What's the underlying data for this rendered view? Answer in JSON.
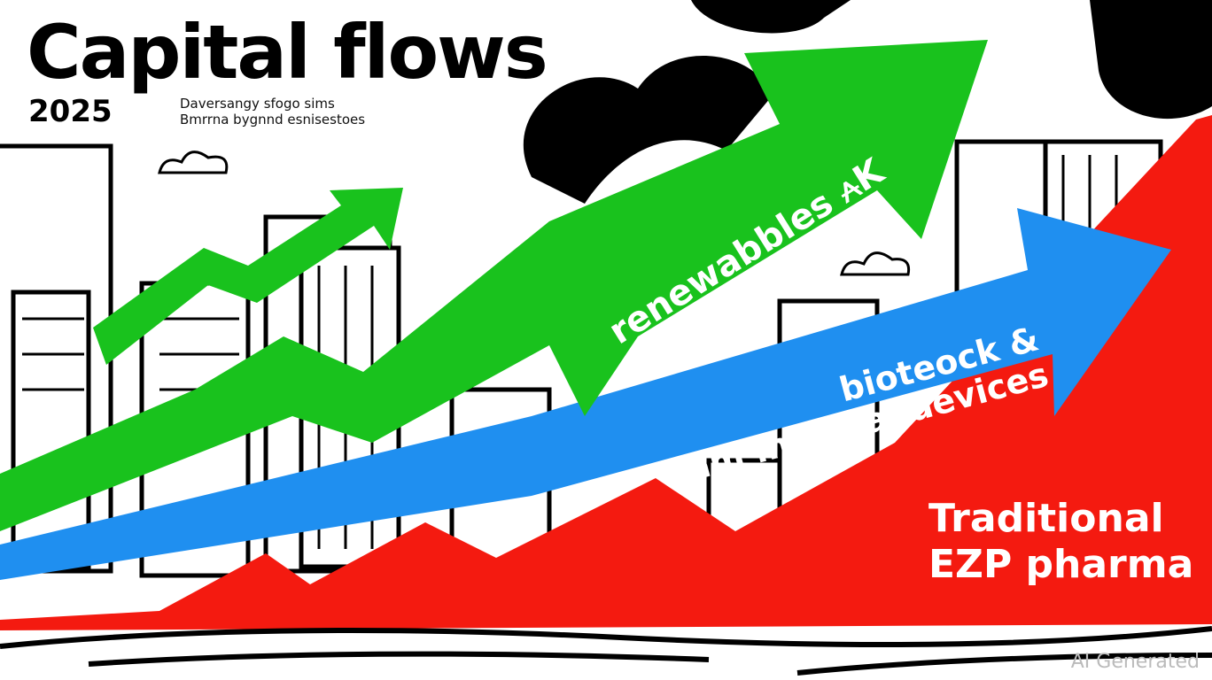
{
  "header": {
    "title": "Capital flows",
    "year": "2025",
    "subtitle_lines": [
      "Daversangy sfogo sims",
      "Bmrrna bygnnd esnisestoes"
    ]
  },
  "labels": {
    "green": [
      "renewabbles ⩜K",
      "× midstream"
    ],
    "blue": [
      "bioteock &",
      "am medical devices"
    ],
    "red": [
      "Traditional",
      "EZP pharma"
    ]
  },
  "watermark": "AI Generated",
  "colors": {
    "green": "#19c21d",
    "blue": "#1f8ff0",
    "red": "#f41a10",
    "ink": "#000000"
  }
}
